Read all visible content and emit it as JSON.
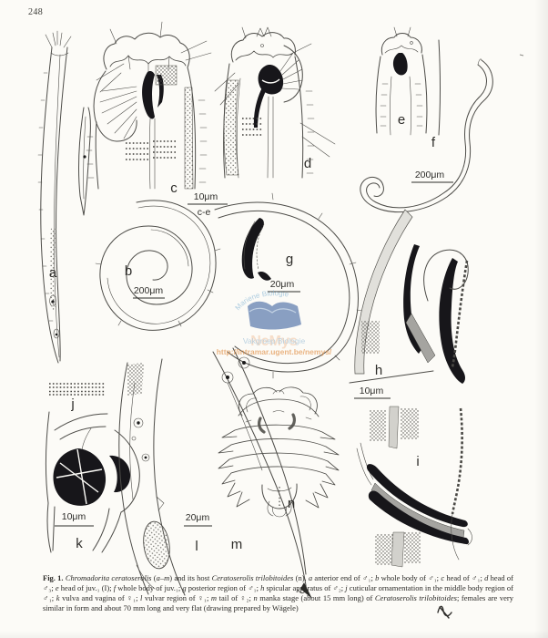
{
  "page": {
    "number": "248"
  },
  "figure": {
    "panels": [
      {
        "id": "a",
        "label": "a"
      },
      {
        "id": "b",
        "label": "b"
      },
      {
        "id": "c",
        "label": "c"
      },
      {
        "id": "d",
        "label": "d"
      },
      {
        "id": "e",
        "label": "e"
      },
      {
        "id": "f",
        "label": "f"
      },
      {
        "id": "g",
        "label": "g"
      },
      {
        "id": "h",
        "label": "h"
      },
      {
        "id": "i",
        "label": "i"
      },
      {
        "id": "j",
        "label": "j"
      },
      {
        "id": "k",
        "label": "k"
      },
      {
        "id": "l",
        "label": "l"
      },
      {
        "id": "m",
        "label": "m"
      },
      {
        "id": "n",
        "label": "n"
      }
    ],
    "scale_bars": [
      {
        "label": "10μm",
        "range": "c-e"
      },
      {
        "label": "200μm"
      },
      {
        "label": "200μm"
      },
      {
        "label": "20μm"
      },
      {
        "label": "10μm"
      },
      {
        "label": "10μm"
      },
      {
        "label": "20μm"
      }
    ]
  },
  "watermark": {
    "arc_text": "Mariene Biologie",
    "brand_text": "NeMys",
    "group_text": "Vakgroep Biologie",
    "url": "http://intramar.ugent.be/nemys/",
    "wave_color": "#3a5f9e",
    "arc_color": "#84b4d4",
    "url_color": "#e2954e"
  },
  "caption": {
    "segments": [
      {
        "t": "Fig. 1. ",
        "b": true
      },
      {
        "t": "Chromadorita ceratoserolis",
        "i": true
      },
      {
        "t": " ("
      },
      {
        "t": "a",
        "i": true
      },
      {
        "t": "–"
      },
      {
        "t": "m",
        "i": true
      },
      {
        "t": ") and its host "
      },
      {
        "t": "Ceratoserolis trilobitoides",
        "i": true
      },
      {
        "t": " (n). "
      },
      {
        "t": "a",
        "i": true
      },
      {
        "t": " anterior end of ♂₁; "
      },
      {
        "t": "b",
        "i": true
      },
      {
        "t": " whole body of ♂₁; "
      },
      {
        "t": "c",
        "i": true
      },
      {
        "t": " head of ♂₁; "
      },
      {
        "t": "d",
        "i": true
      },
      {
        "t": " head of ♂₃; "
      },
      {
        "t": "e",
        "i": true
      },
      {
        "t": " head of juv.₁ (I); "
      },
      {
        "t": "f",
        "i": true
      },
      {
        "t": " whole body of juv.₁; "
      },
      {
        "t": "g",
        "i": true
      },
      {
        "t": " posterior region of ♂₁; "
      },
      {
        "t": "h",
        "i": true
      },
      {
        "t": " spicular apparatus of ♂₂; "
      },
      {
        "t": "j",
        "i": true
      },
      {
        "t": " cuticular ornamentation in the middle body region of ♂₁; "
      },
      {
        "t": "k",
        "i": true
      },
      {
        "t": " vulva and vagina of ♀₁; "
      },
      {
        "t": "l",
        "i": true
      },
      {
        "t": " vulvar region of ♀₁; "
      },
      {
        "t": "m",
        "i": true
      },
      {
        "t": " tail of ♀₂; "
      },
      {
        "t": "n",
        "i": true
      },
      {
        "t": " manka stage (about 15 mm long) of "
      },
      {
        "t": "Ceratoserolis trilobitoides",
        "i": true
      },
      {
        "t": "; females are very similar in form and about 70 mm long and very flat (drawing prepared by Wägele)"
      }
    ]
  }
}
